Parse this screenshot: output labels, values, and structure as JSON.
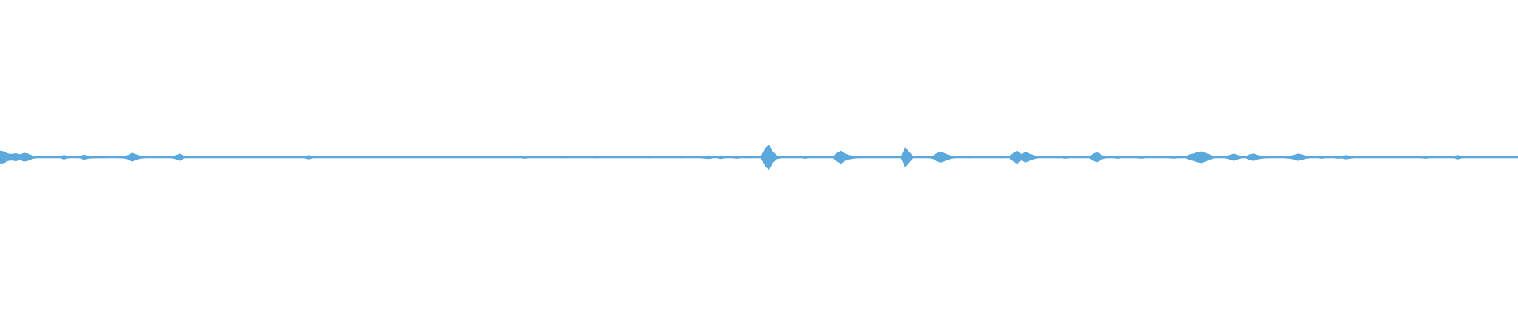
{
  "waveform": {
    "color": "#5aa8dc",
    "background": "#ffffff",
    "amplitudes": [
      0.18,
      0.16,
      0.1,
      0.09,
      0.11,
      0.08,
      0.12,
      0.1,
      0.05,
      0.02,
      0.01,
      0.02,
      0.015,
      0.01,
      0.01,
      0.02,
      0.06,
      0.03,
      0.025,
      0.02,
      0.03,
      0.07,
      0.04,
      0.03,
      0.03,
      0.02,
      0.03,
      0.025,
      0.02,
      0.025,
      0.03,
      0.035,
      0.06,
      0.12,
      0.08,
      0.04,
      0.03,
      0.02,
      0.015,
      0.02,
      0.01,
      0.02,
      0.01,
      0.03,
      0.06,
      0.1,
      0.03,
      0.02,
      0.015,
      0.01,
      0.01,
      0.01,
      0.015,
      0.01,
      0.005,
      0.01,
      0.015,
      0.02,
      0.015,
      0.01,
      0.01,
      0.005,
      0.01,
      0.02,
      0.015,
      0.01,
      0.01,
      0.02,
      0.01,
      0.015,
      0.01,
      0.02,
      0.015,
      0.01,
      0.02,
      0.01,
      0.015,
      0.06,
      0.03,
      0.02,
      0.015,
      0.02,
      0.01,
      0.01,
      0.01,
      0.02,
      0.015,
      0.01,
      0.02,
      0.015,
      0.01,
      0.01,
      0.02,
      0.015,
      0.01,
      0.01,
      0.005,
      0.015,
      0.01,
      0.02,
      0.01,
      0.015,
      0.02,
      0.01,
      0.005,
      0.01,
      0.015,
      0.02,
      0.01,
      0.015,
      0.01,
      0.01,
      0.02,
      0.01,
      0.015,
      0.02,
      0.015,
      0.01,
      0.01,
      0.015,
      0.01,
      0.005,
      0.015,
      0.02,
      0.01,
      0.01,
      0.015,
      0.02,
      0.015,
      0.01,
      0.02,
      0.04,
      0.015,
      0.01,
      0.01,
      0.02,
      0.015,
      0.01,
      0.02,
      0.015,
      0.01,
      0.03,
      0.02,
      0.01,
      0.01,
      0.015,
      0.02,
      0.015,
      0.01,
      0.03,
      0.02,
      0.015,
      0.01,
      0.02,
      0.015,
      0.01,
      0.02,
      0.015,
      0.01,
      0.02,
      0.015,
      0.01,
      0.03,
      0.02,
      0.015,
      0.01,
      0.02,
      0.015,
      0.01,
      0.02,
      0.03,
      0.015,
      0.01,
      0.02,
      0.015,
      0.01,
      0.04,
      0.05,
      0.02,
      0.015,
      0.05,
      0.03,
      0.02,
      0.015,
      0.04,
      0.025,
      0.02,
      0.03,
      0.015,
      0.01,
      0.02,
      0.25,
      0.35,
      0.15,
      0.05,
      0.02,
      0.015,
      0.01,
      0.02,
      0.015,
      0.01,
      0.04,
      0.02,
      0.015,
      0.01,
      0.02,
      0.015,
      0.01,
      0.01,
      0.12,
      0.18,
      0.1,
      0.06,
      0.04,
      0.03,
      0.02,
      0.015,
      0.01,
      0.02,
      0.015,
      0.01,
      0.01,
      0.015,
      0.01,
      0.02,
      0.01,
      0.28,
      0.15,
      0.02,
      0.015,
      0.01,
      0.02,
      0.015,
      0.05,
      0.12,
      0.15,
      0.1,
      0.06,
      0.03,
      0.02,
      0.015,
      0.02,
      0.03,
      0.015,
      0.01,
      0.02,
      0.015,
      0.01,
      0.02,
      0.015,
      0.03,
      0.02,
      0.015,
      0.12,
      0.18,
      0.08,
      0.15,
      0.1,
      0.06,
      0.03,
      0.02,
      0.015,
      0.01,
      0.02,
      0.03,
      0.025,
      0.04,
      0.02,
      0.015,
      0.01,
      0.02,
      0.015,
      0.02,
      0.1,
      0.14,
      0.06,
      0.03,
      0.02,
      0.015,
      0.04,
      0.02,
      0.015,
      0.01,
      0.02,
      0.03,
      0.04,
      0.02,
      0.015,
      0.01,
      0.01,
      0.02,
      0.015,
      0.03,
      0.04,
      0.03,
      0.02,
      0.015,
      0.08,
      0.1,
      0.14,
      0.16,
      0.12,
      0.08,
      0.03,
      0.02,
      0.015,
      0.03,
      0.06,
      0.1,
      0.06,
      0.03,
      0.02,
      0.08,
      0.1,
      0.06,
      0.04,
      0.03,
      0.025,
      0.02,
      0.015,
      0.02,
      0.03,
      0.04,
      0.06,
      0.1,
      0.08,
      0.04,
      0.03,
      0.02,
      0.015,
      0.04,
      0.02,
      0.015,
      0.02,
      0.04,
      0.03,
      0.06,
      0.04,
      0.02,
      0.015,
      0.01,
      0.02,
      0.015,
      0.01,
      0.02,
      0.015,
      0.01,
      0.02,
      0.015,
      0.01,
      0.02,
      0.015,
      0.01,
      0.02,
      0.015,
      0.03,
      0.04,
      0.02,
      0.015,
      0.01,
      0.02,
      0.015,
      0.01,
      0.02,
      0.06,
      0.03,
      0.02,
      0.015,
      0.01,
      0.02,
      0.015,
      0.02,
      0.015,
      0.01,
      0.02,
      0.015,
      0.02,
      0.015,
      0.01,
      0.02
    ]
  }
}
